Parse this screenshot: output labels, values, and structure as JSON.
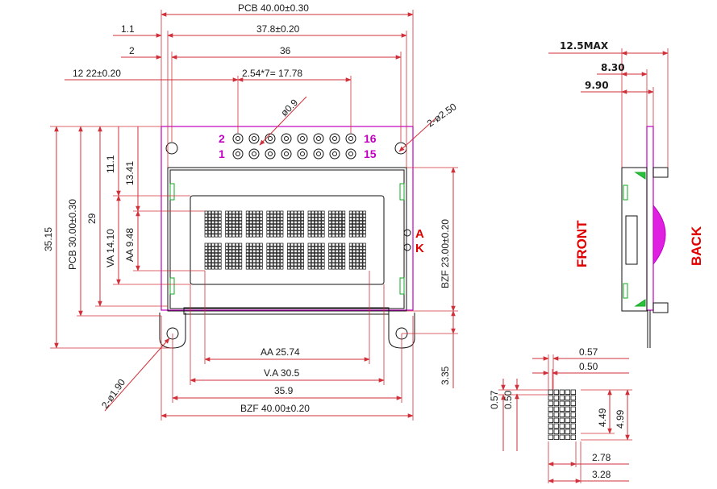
{
  "diagram": {
    "top_dims": {
      "pcb_width": "PCB 40.00±0.30",
      "d_1_1": "1.1",
      "d_37_8": "37.8±0.20",
      "d_2": "2",
      "d_36": "36",
      "d_12_22": "12 22±0.20",
      "pitch": "2.54*7= 17.78",
      "pin_dia": "ø0.9"
    },
    "left_dims": {
      "d_35_15": "35.15",
      "pcb_height": "PCB 30.00±0.30",
      "d_29": "29",
      "va_height": "VA 14.10",
      "d_11_1": "11.1",
      "d_13_41": "13.41",
      "aa_height": "AA 9.48"
    },
    "right_dims": {
      "mount_holes": "2-ø2.50",
      "bzf_height": "BZF 23.00±0.20",
      "d_3_35": "3.35"
    },
    "bottom_dims": {
      "aa_width": "AA 25.74",
      "va_width": "V.A 30.5",
      "d_35_9": "35.9",
      "bzf_width": "BZF 40.00±0.20",
      "small_holes": "2-ø1.90"
    },
    "pin_labels": {
      "p2": "2",
      "p16": "16",
      "p1": "1",
      "p15": "15",
      "anode": "A",
      "cathode": "K"
    },
    "side_view": {
      "d_12_5": "12.5MAX",
      "d_8_30": "8.30",
      "d_9_90": "9.90",
      "front_label": "FRONT",
      "back_label": "BACK"
    },
    "char_detail": {
      "d_0_57_h": "0.57",
      "d_0_50_h": "0.50",
      "d_0_57_v": "0.57",
      "d_0_50_v": "0.50",
      "d_4_49": "4.49",
      "d_4_99": "4.99",
      "d_2_78": "2.78",
      "d_3_28": "3.28"
    },
    "colors": {
      "dimension": "#d0303a",
      "pcb_outline": "#c000c0",
      "bezel": "#111111",
      "clips": "#11aa22",
      "label_red": "#e00000"
    },
    "display": {
      "chars": 8,
      "rows": 2,
      "dot_cols": 5,
      "dot_rows": 8
    }
  }
}
